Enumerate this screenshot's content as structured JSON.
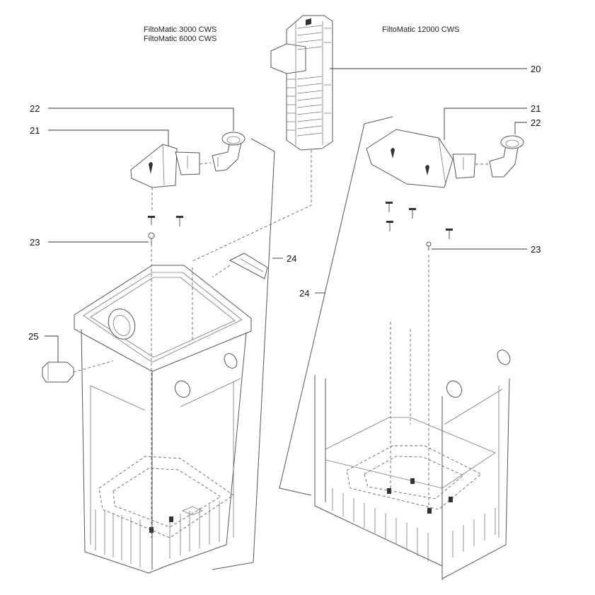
{
  "headers": {
    "left_line1": "FiltoMatic 3000 CWS",
    "left_line2": "FiltoMatic 6000 CWS",
    "right": "FiltoMatic 12000 CWS"
  },
  "callouts": {
    "c20": "20",
    "c21_left": "21",
    "c22_left": "22",
    "c23_left": "23",
    "c24_left": "24",
    "c25": "25",
    "c21_right": "21",
    "c22_right": "22",
    "c23_right": "23",
    "c24_right": "24"
  }
}
